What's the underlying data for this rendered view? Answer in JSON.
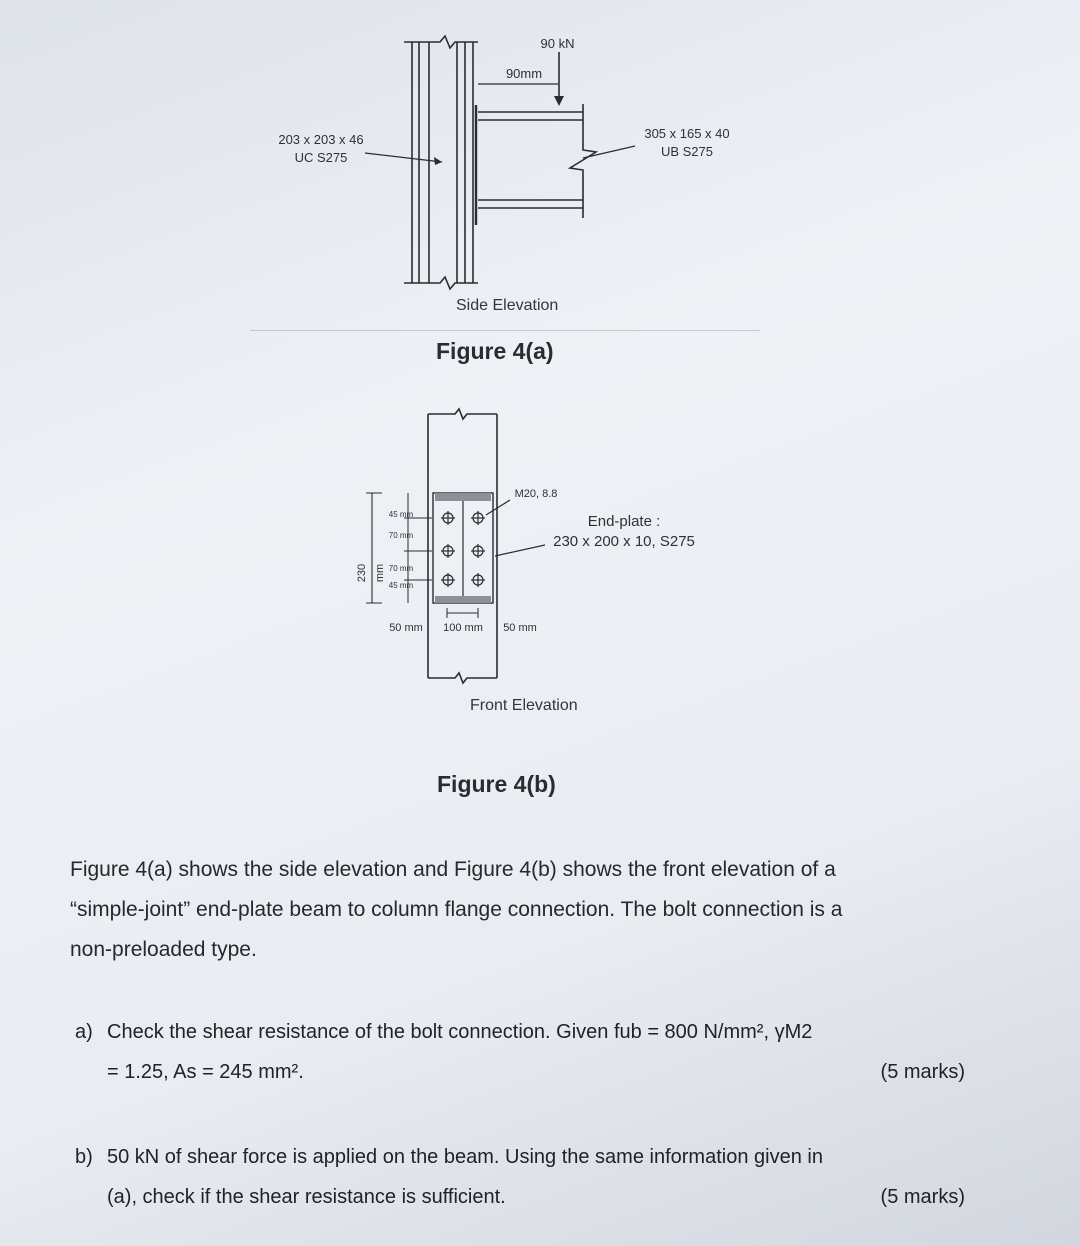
{
  "figure_a": {
    "load": "90 kN",
    "offset": "90mm",
    "column_section": "203 x 203 x 46",
    "column_grade": "UC S275",
    "beam_section": "305 x 165 x 40",
    "beam_grade": "UB S275",
    "view_caption": "Side Elevation",
    "label": "Figure 4(a)"
  },
  "figure_b": {
    "bolt_spec": "M20, 8.8",
    "endplate_title": "End-plate :",
    "endplate_spec": "230 x 200 x 10, S275",
    "plate_height": "230 mm",
    "edge_top": "45 mm",
    "pitch_1": "70 mm",
    "pitch_2": "70 mm",
    "edge_bottom": "45 mm",
    "edge_left": "50 mm",
    "gauge": "100 mm",
    "edge_right": "50 mm",
    "view_caption": "Front Elevation",
    "label": "Figure 4(b)"
  },
  "intro": {
    "line1": "Figure 4(a) shows the side elevation and Figure 4(b) shows the front elevation of a",
    "line2": "“simple-joint” end-plate beam to column flange connection. The bolt connection is a",
    "line3": "non-preloaded type."
  },
  "questions": [
    {
      "id": "a)",
      "line1": "Check the shear resistance of the bolt connection. Given fub = 800 N/mm², γM2",
      "line2": "= 1.25, As = 245 mm².",
      "marks": "(5 marks)"
    },
    {
      "id": "b)",
      "line1": "50 kN of shear force is applied on the beam. Using the same information given in",
      "line2": "(a), check if the shear resistance is sufficient.",
      "marks": "(5 marks)"
    }
  ]
}
